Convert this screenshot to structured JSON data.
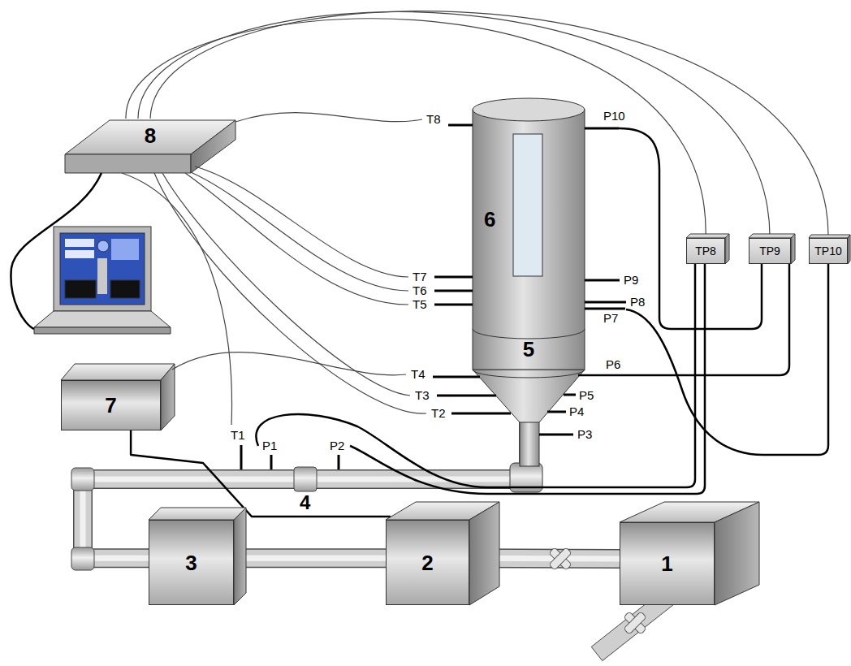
{
  "diagram": {
    "nodes": [
      {
        "text": [
          "8"
        ]
      },
      {
        "text": [
          "6"
        ]
      },
      {
        "text": [
          "TP8"
        ]
      },
      {
        "text": [
          "TP9"
        ]
      },
      {
        "text": [
          "TP10"
        ]
      },
      {
        "text": [
          "5"
        ]
      },
      {
        "text": [
          "7"
        ]
      },
      {
        "text": [
          "3"
        ]
      },
      {
        "text": [
          "2"
        ]
      },
      {
        "text": [
          "1"
        ]
      }
    ],
    "edges": [
      {
        "from": 9,
        "to": 8,
        "arrow": "none"
      },
      {
        "from": 8,
        "to": 7,
        "arrow": "none"
      },
      {
        "from": 7,
        "to": 5,
        "arrow": "none"
      },
      {
        "from": 6,
        "to": 8,
        "arrow": "none"
      },
      {
        "from": 0,
        "to": 2,
        "arrow": "none"
      },
      {
        "from": 0,
        "to": 3,
        "arrow": "none"
      },
      {
        "from": 0,
        "to": 4,
        "arrow": "none"
      }
    ],
    "labels": [
      "T8",
      "P10",
      "T7",
      "T6",
      "T5",
      "P9",
      "P8",
      "P7",
      "T4",
      "P6",
      "T3",
      "P5",
      "T2",
      "P4",
      "P3",
      "T1",
      "P1",
      "P2",
      "4"
    ]
  }
}
